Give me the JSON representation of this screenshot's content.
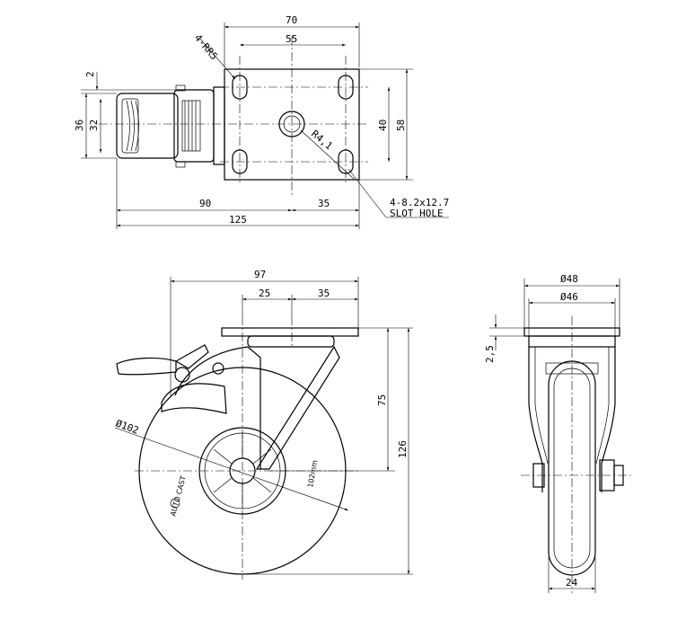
{
  "top_view": {
    "dims": {
      "width_70": "70",
      "width_55": "55",
      "rr5": "4-RR5",
      "r41": "R4,1",
      "h2": "2",
      "h36": "36",
      "h32": "32",
      "h40": "40",
      "h58": "58",
      "len90": "90",
      "len35": "35",
      "len125": "125"
    },
    "slot_note": "4-8.2x12.7",
    "slot_label": "SLOT HOLE"
  },
  "side_view": {
    "dims": {
      "w97": "97",
      "w25": "25",
      "w35": "35",
      "h75": "75",
      "h126": "126",
      "dia102": "Ø102"
    },
    "wheel_text": "AUTO CAST",
    "size_text": "102mm"
  },
  "front_view": {
    "dims": {
      "d48": "Ø48",
      "d46": "Ø46",
      "t25": "2,5",
      "w24": "24"
    }
  }
}
